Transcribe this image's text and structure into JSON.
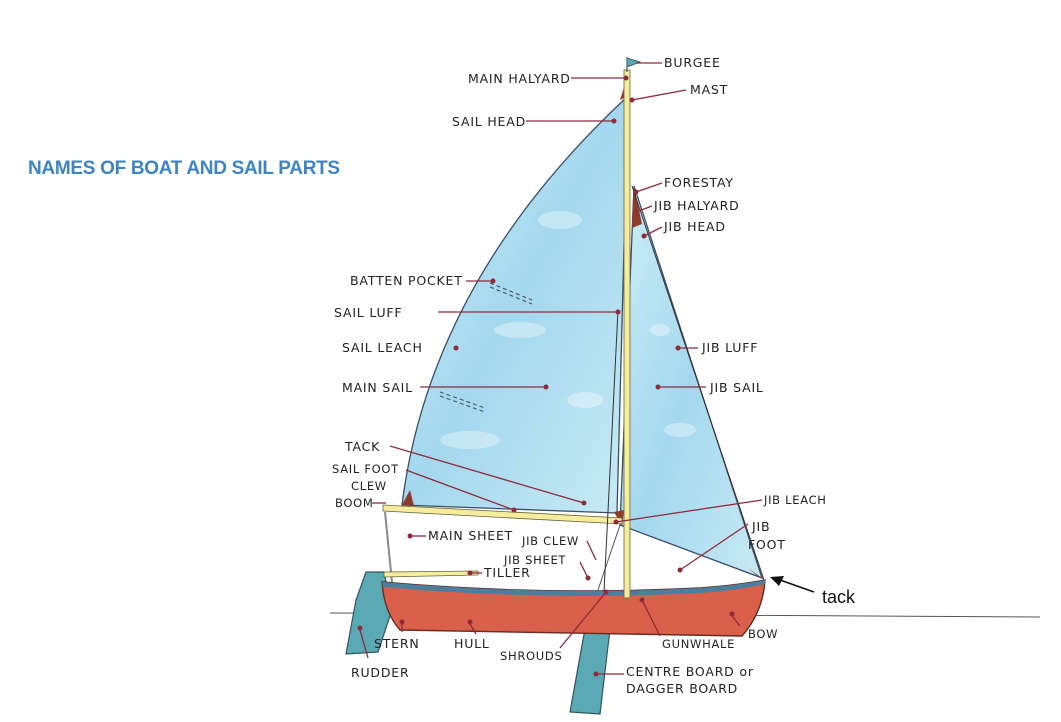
{
  "title": "NAMES OF BOAT AND SAIL PARTS",
  "colors": {
    "title": "#3d84c4",
    "sail": "#a8dcef",
    "sail_edge": "#3a4d6a",
    "hull": "#d9604a",
    "gunwhale": "#4a7fa0",
    "centreboard": "#5aa9b4",
    "spar": "#f4ec9e",
    "corner_patch": "#8e3b2b",
    "leader": "#8e2a3a"
  },
  "labels": {
    "burgee": "BURGEE",
    "main_halyard": "MAIN HALYARD",
    "mast": "MAST",
    "sail_head": "SAIL HEAD",
    "forestay": "FORESTAY",
    "jib_halyard": "JIB HALYARD",
    "jib_head": "JIB HEAD",
    "batten_pocket": "BATTEN POCKET",
    "sail_luff": "SAIL LUFF",
    "sail_leach": "SAIL LEACH",
    "jib_luff": "JIB LUFF",
    "main_sail": "MAIN SAIL",
    "jib_sail": "JIB SAIL",
    "tack": "TACK",
    "sail_foot": "SAIL FOOT",
    "clew": "CLEW",
    "boom": "BOOM",
    "jib_leach": "JIB LEACH",
    "main_sheet": "MAIN SHEET",
    "jib_clew": "JIB CLEW",
    "jib_sheet": "JIB SHEET",
    "jib_foot_1": "JIB",
    "jib_foot_2": "FOOT",
    "tiller": "TILLER",
    "tack_arrow": "tack",
    "stern": "STERN",
    "hull": "HULL",
    "gunwhale": "GUNWHALE",
    "bow": "BOW",
    "shrouds": "SHROUDS",
    "rudder": "RUDDER",
    "centre_board_1": "CENTRE BOARD or",
    "centre_board_2": "DAGGER BOARD"
  }
}
